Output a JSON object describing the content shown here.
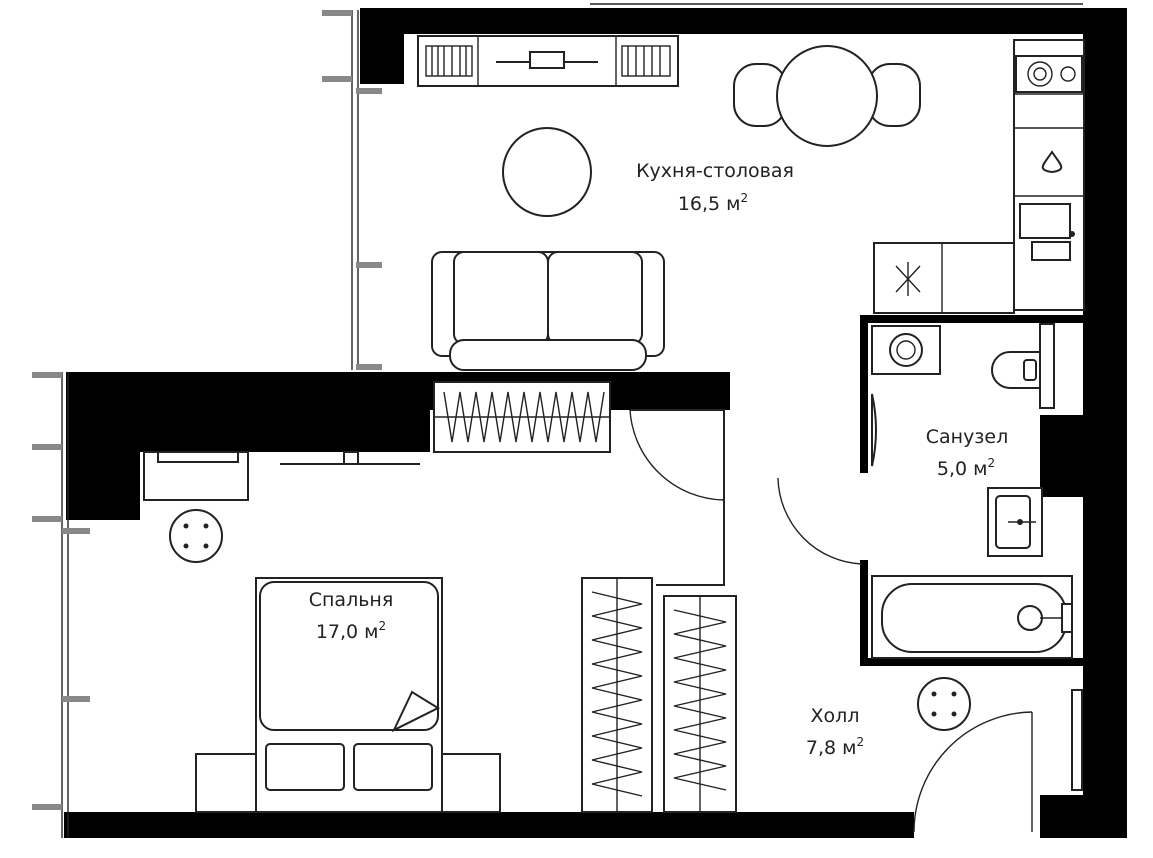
{
  "rooms": {
    "kitchen": {
      "name": "Кухня-столовая",
      "area": "16,5 м",
      "sup": "2"
    },
    "bathroom": {
      "name": "Санузел",
      "area": "5,0 м",
      "sup": "2"
    },
    "bedroom": {
      "name": "Спальня",
      "area": "17,0 м",
      "sup": "2"
    },
    "hall": {
      "name": "Холл",
      "area": "7,8 м",
      "sup": "2"
    }
  },
  "colors": {
    "wall": "#000000",
    "line": "#222222",
    "window": "#888888"
  }
}
